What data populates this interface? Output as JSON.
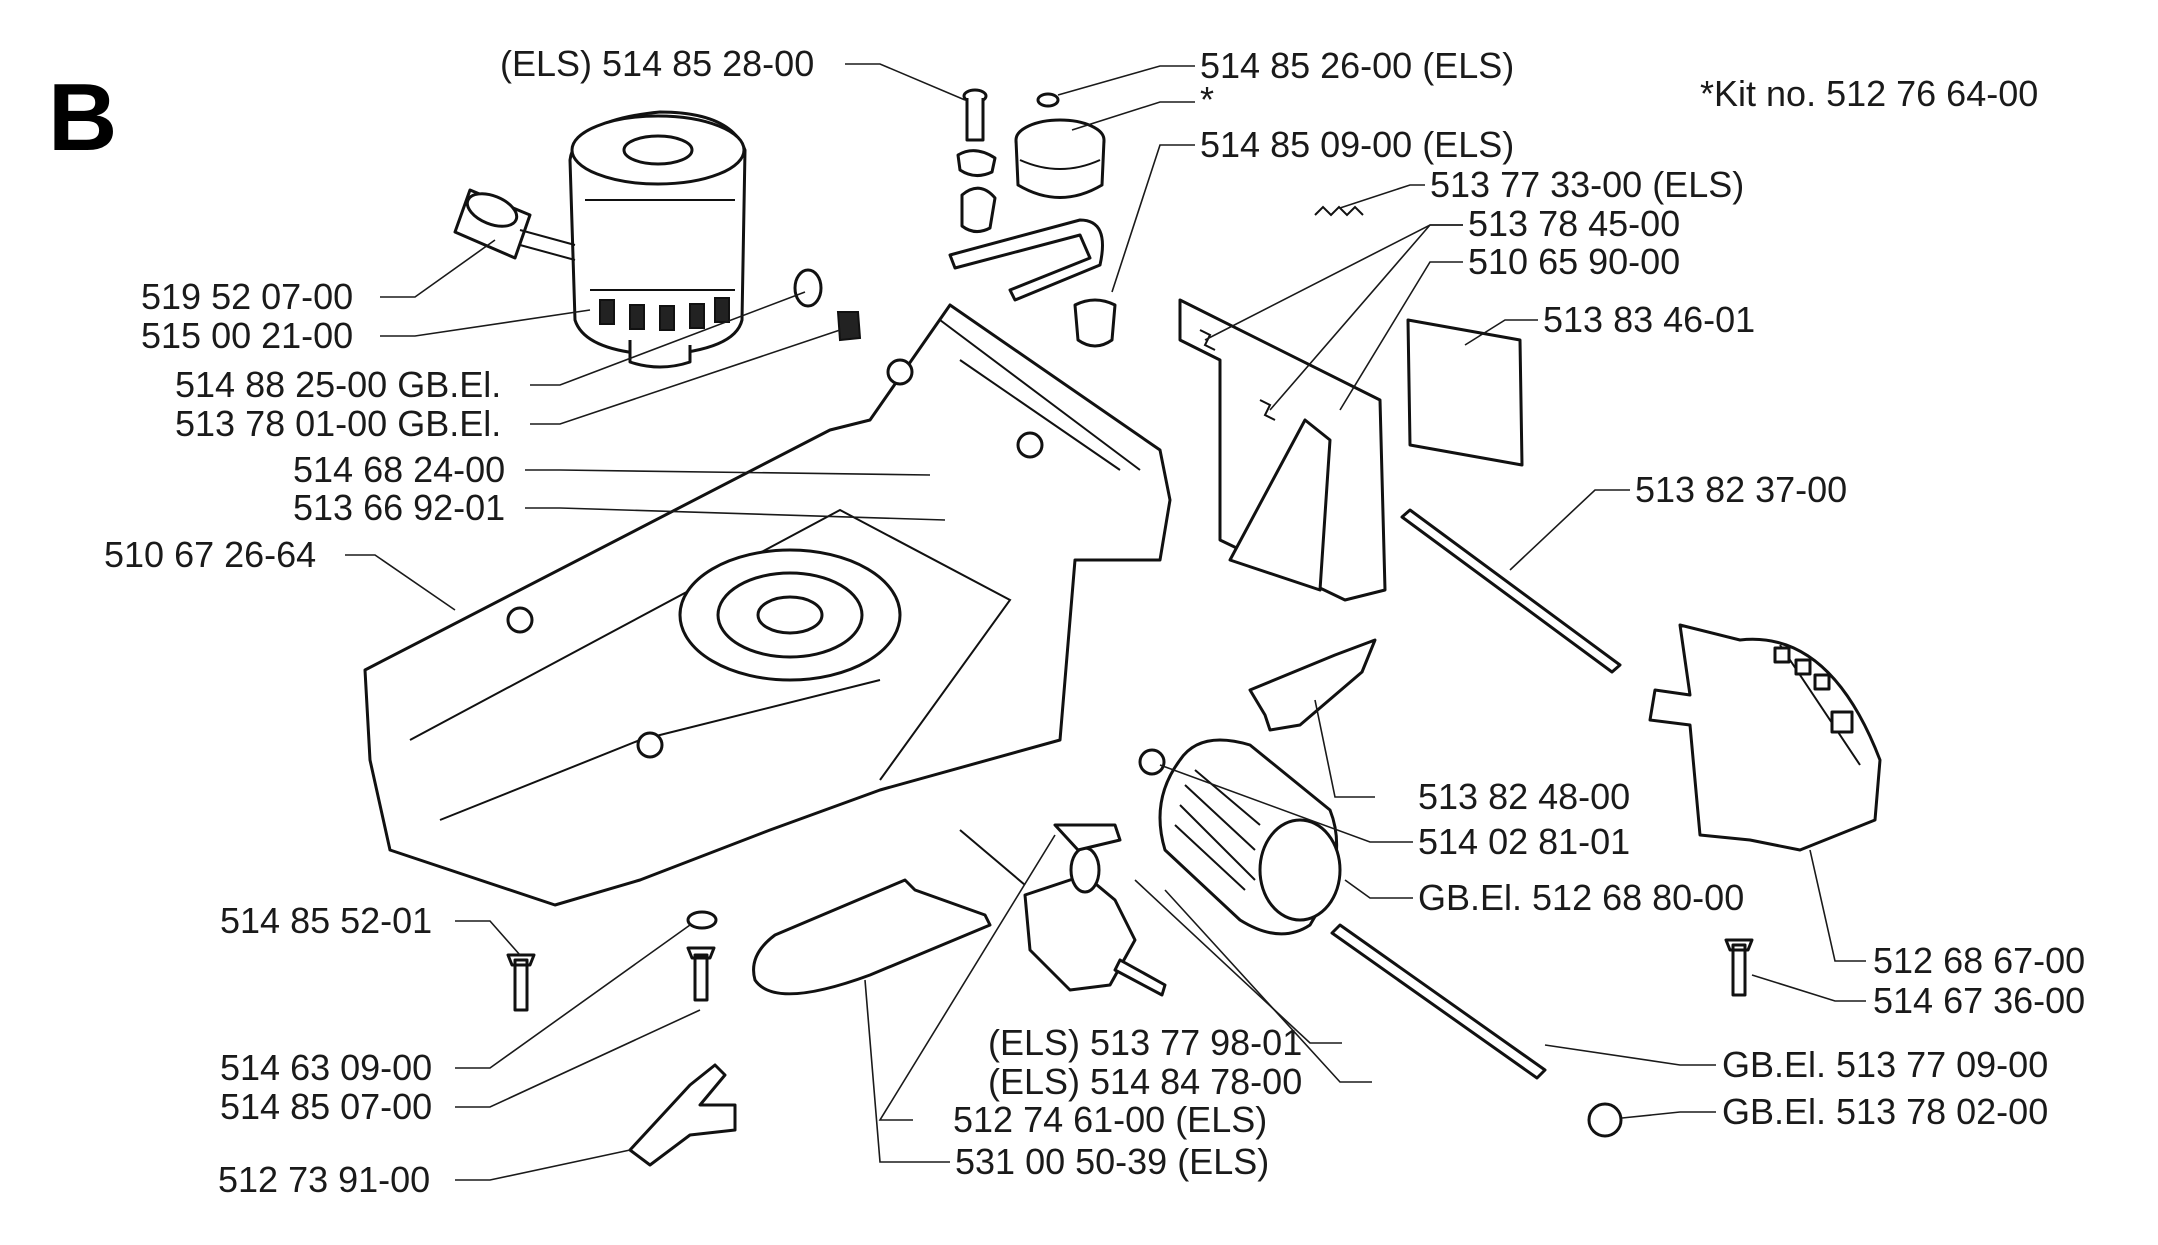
{
  "section_letter": "B",
  "kit_note": "*Kit no. 512 76 64-00",
  "labels": {
    "els_514852800": "(ELS) 514 85 28-00",
    "p514852600_els": "514 85 26-00 (ELS)",
    "asterisk": "*",
    "p514850900_els": "514 85 09-00 (ELS)",
    "p513773300_els": "513 77 33-00 (ELS)",
    "p513784500": "513 78 45-00",
    "p510659000": "510 65 90-00",
    "p519520700": "519 52 07-00",
    "p515002100": "515 00 21-00",
    "p514882500_gbel": "514 88 25-00 GB.El.",
    "p513780100_gbel": "513 78 01-00 GB.El.",
    "p513834601": "513 83 46-01",
    "p514682400": "514 68 24-00",
    "p513669201": "513 66 92-01",
    "p513823700": "513 82 37-00",
    "p510672664": "510 67 26-64",
    "p513824800": "513 82 48-00",
    "p514028101": "514 02 81-01",
    "gbel_512688000": "GB.El. 512 68 80-00",
    "p514855201": "514 85 52-01",
    "p512686700": "512 68 67-00",
    "p514673600": "514 67 36-00",
    "els_513779801": "(ELS) 513 77 98-01",
    "els_514847800": "(ELS) 514 84 78-00",
    "gbel_513770900": "GB.El. 513 77 09-00",
    "p514630900": "514 63 09-00",
    "p512746100_els": "512 74 61-00 (ELS)",
    "p514850700": "514 85 07-00",
    "gbel_513780200": "GB.El. 513 78 02-00",
    "p531005039_els": "531 00 50-39 (ELS)",
    "p512739100": "512 73 91-00"
  },
  "colors": {
    "ink": "#111111",
    "background": "#ffffff"
  }
}
